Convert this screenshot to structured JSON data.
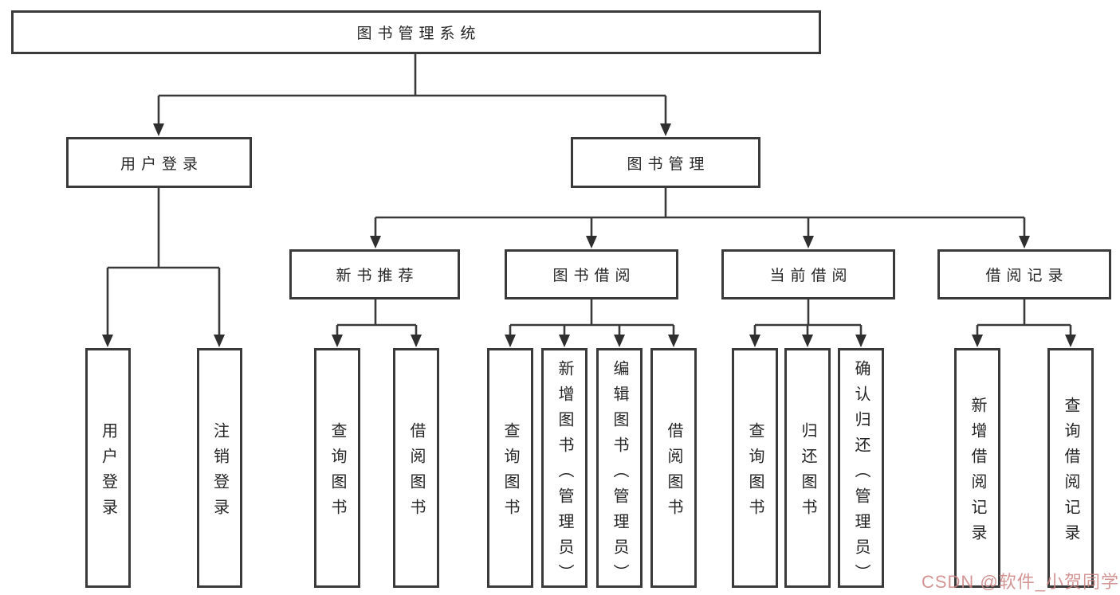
{
  "tree": {
    "root": "图书管理系统",
    "branches": [
      {
        "label": "用户登录",
        "children": [
          "用户登录",
          "注销登录"
        ]
      },
      {
        "label": "图书管理",
        "groups": [
          {
            "label": "新书推荐",
            "children": [
              "查询图书",
              "借阅图书"
            ]
          },
          {
            "label": "图书借阅",
            "children": [
              "查询图书",
              "新增图书（管理员）",
              "编辑图书（管理员）",
              "借阅图书"
            ]
          },
          {
            "label": "当前借阅",
            "children": [
              "查询图书",
              "归还图书",
              "确认归还（管理员）"
            ]
          },
          {
            "label": "借阅记录",
            "children": [
              "新增借阅记录",
              "查询借阅记录"
            ]
          }
        ]
      }
    ]
  },
  "watermark": "CSDN @软件_小贺同学",
  "colors": {
    "line": "#3a3a3a",
    "arrow": "#2f2f2f",
    "text": "#262626",
    "watermark": "#cd8282",
    "background": "#ffffff"
  }
}
